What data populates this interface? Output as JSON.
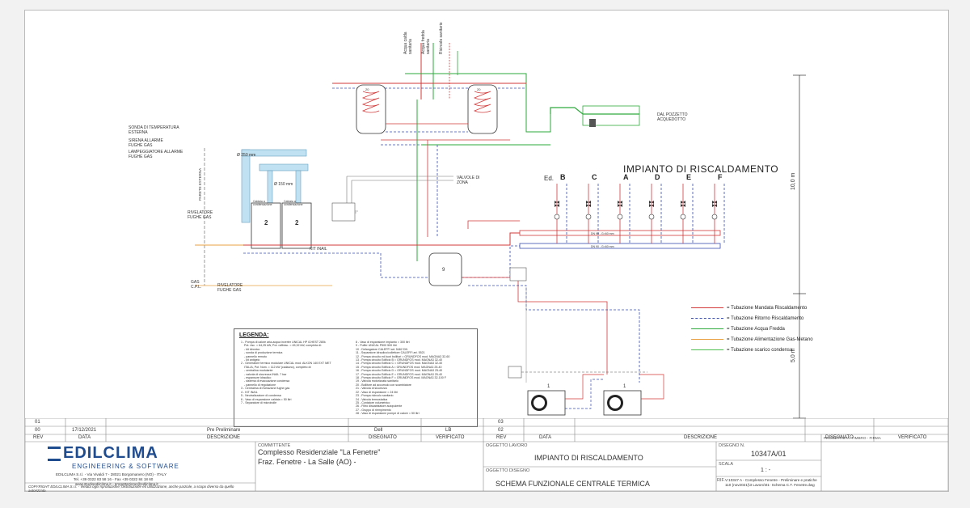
{
  "header": {
    "title": "IMPIANTO DI RISCALDAMENTO",
    "ed_prefix": "Ed.",
    "buildings": [
      "B",
      "C",
      "A",
      "D",
      "E",
      "F"
    ]
  },
  "labels": {
    "acqua_calda": "Acqua calda sanitaria",
    "acqua_fredda": "Acqua fredda sanitaria",
    "ricircolo": "Ricircolo sanitario",
    "sonda": "SONDA DI TEMPERATURA ESTERNA",
    "sirena": "SIRENA ALLARME FUGHE GAS",
    "lampeggiatore": "LAMPEGGIATORE ALLARME FUGHE GAS",
    "parete": "PARETE ESTERNA",
    "rivelatore1": "RIVELATORE FUGHE GAS",
    "rivelatore2": "RIVELATORE FUGHE GAS",
    "gas": "GAS C.P.L.",
    "valvole_zona": "VALVOLE DI ZONA",
    "pozzetto": "DAL POZZETTO ACQUEDOTTO",
    "caldaia": "Caldaia a condensazione",
    "inail": "KIT INAIL",
    "dn_mandata": "DN 90 - G=60 mm",
    "dn_ritorno": "DN 90 - G=60 mm",
    "d250": "Ø 250 mm",
    "d150": "Ø 150 mm",
    "dim_10": "10,0 m",
    "dim_5": "5,0 m"
  },
  "key": [
    {
      "label": "= Tubazione Mandata Riscaldamento",
      "color": "#d33a3a",
      "dash": false
    },
    {
      "label": "= Tubazione Ritorno Riscaldamento",
      "color": "#3a4fb0",
      "dash": true
    },
    {
      "label": "= Tubazione Acqua Fredda",
      "color": "#2eaa3c",
      "dash": false
    },
    {
      "label": "= Tubazione Alimentazione Gas-Metano",
      "color": "#e8a040",
      "dash": false
    },
    {
      "label": "= Tubazione scarico condensa",
      "color": "#4cbf4c",
      "dash": false
    }
  ],
  "legend": {
    "title": "LEGENDA:",
    "col1": [
      "1 - Pompa di calore aria-acqua inverter UNICAL HP iCHEST 280k",
      "    Pot. risc. = 64,25 kW, Pot. raffresc. = 45,32 kW, completa di:",
      "    - kit idronico",
      "    - sonda di produzione termica",
      "    - pannello remoto",
      "    - kit antigelo",
      "2 - Generatore termico modulare UNICAL mod. ALKON 140 EXT MET",
      "    ITALIA, Pot. Nom. = 112 kW (cadauno), completo di:",
      "    - centralina modulante",
      "    - valvola di sicurezza INAIL 7 bar",
      "    - espansore idraulico",
      "    - sistema di evacuazione condensa",
      "    - pannello di regolazione",
      "3 - Centralina di rivelazione fughe gas",
      "4 - KIT INAIL",
      "5 - Neutralizzatore di condensa",
      "6 - Vaso di espansione caldaia = 50 litri",
      "7 - Separatore di microbolle"
    ],
    "col2": [
      "8 - Vaso di espansione impianto = 300 litri",
      "9 - Puffer UNICAL P500 500 litri",
      "10 - Defangatore CALEFFI art. 5462 DN",
      "11 - Separatore idraulico/collettore CALEFFI art. 5521",
      "12 - Pompa circuito ed.fuori bollitori = GRUNDFOS mod. MAGNA3 32-60",
      "13 - Pompa circuito Edificio B = GRUNDFOS mod. MAGNA3 32-40",
      "14 - Pompa circuito Edificio C = GRUNDFOS mod. MAGNA3 32-40",
      "15 - Pompa circuito Edificio A = GRUNDFOS mod. MAGNA3 25-40",
      "16 - Pompa circuito Edificio D = GRUNDFOS mod. MAGNA3 25-40",
      "17 - Pompa circuito Edificio E = GRUNDFOS mod. MAGNA3 25-40",
      "18 - Pompa circuito Edificio F = GRUNDFOS mod. MAGNA3 32-100 F",
      "19 - Valvola motorizzata sanitario",
      "20 - Bollitore ad accumulo con scambiatore",
      "21 - Valvola di sicurezza",
      "22 - Vaso di espansione = 24 litri",
      "23 - Pompa ricircolo sanitario",
      "24 - Valvola termostatica",
      "25 - Contatore volumetrico",
      "26 - Filtro dissabbiatore autopulente",
      "27 - Gruppo di riempimento",
      "28 - Vaso di espansione pompe di calore = 50 litri"
    ]
  },
  "titleblock": {
    "rev_rows_left": [
      {
        "rev": "01",
        "data": "",
        "desc": "",
        "dis": "",
        "ver": ""
      },
      {
        "rev": "00",
        "data": "17/12/2021",
        "desc": "Pre Preliminare",
        "dis": "Dell",
        "ver": "LB"
      }
    ],
    "rev_rows_right": [
      {
        "rev": "03"
      },
      {
        "rev": "02"
      }
    ],
    "col_heads": {
      "rev": "REV",
      "data": "DATA",
      "desc": "DESCRIZIONE",
      "dis": "DISEGNATO",
      "ver": "VERIFICATO",
      "prog": "PROGETTISTA: TIMBRO - FIRMA"
    },
    "company": {
      "name": "EDILCLIMA",
      "tagline": "ENGINEERING & SOFTWARE",
      "address": "EDILCLIMA S.r.l. - Via Vivaldi 7 - 28021 Borgomanero (NO) - ITALY",
      "phone": "Tel. +39 0322 83 58 16 - Fax +39 0322 84 18 60",
      "web": "www.studioedilclima.it - progettazione@edilclima.it",
      "copyright": "COPYRIGHT EDILCLIMA S.r.l. - Vietata ogni riproduzione, distribuzione ed utilizzazione, anche parziale, a scopo diverso da quello autorizzato."
    },
    "committente_label": "COMMITTENTE",
    "committente": "Complesso Residenziale \"La Fenetre\"",
    "committente_loc": "Fraz. Fenetre - La Salle (AO) -",
    "oggetto_lavoro_label": "OGGETTO LAVORO",
    "oggetto_lavoro": "IMPIANTO DI RISCALDAMENTO",
    "oggetto_disegno_label": "OGGETTO DISEGNO",
    "oggetto_disegno": "SCHEMA FUNZIONALE CENTRALE TERMICA",
    "disegno_label": "DISEGNO N.",
    "disegno": "10347A/01",
    "scala_label": "SCALA",
    "scala": "1 : -",
    "rif_label": "RIF.",
    "rif": "V:10347 A - Complesso Fenetre - Preliminare e pratiche 110 (nov2021)\\3 Lavoro\\01- Schema C.T. Fenetre.dwg"
  }
}
